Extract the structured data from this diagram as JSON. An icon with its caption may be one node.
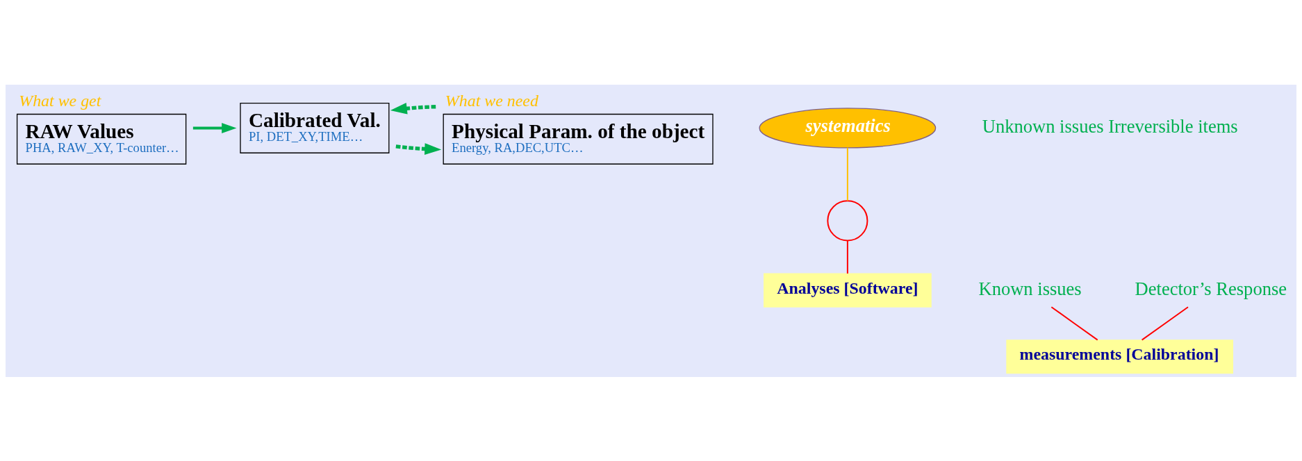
{
  "diagram": {
    "nodes": [
      {
        "text": [
          "RAW Values",
          "PHA, RAW_XY, T-counter…"
        ],
        "beside": [
          "What we get"
        ]
      },
      {
        "text": [
          "Calibrated Val.",
          "PI, DET_XY,TIME…"
        ]
      },
      {
        "text": [
          "Physical Param. of the object",
          "Energy, RA,DEC,UTC…"
        ],
        "beside": [
          "What we need"
        ]
      },
      {
        "text": [
          "systematics"
        ]
      },
      {
        "text": [
          "Unknown issues Irreversible items"
        ]
      },
      {
        "text": [],
        "shape": "circle"
      },
      {
        "text": [
          "Known issues"
        ]
      },
      {
        "text": [
          "Detector’s Response"
        ]
      },
      {
        "text": [
          "measurements [Calibration]"
        ]
      },
      {
        "text": [
          "Analyses [Software]"
        ]
      }
    ],
    "edges": [
      {
        "from": 0,
        "to": 1,
        "arrow": "to"
      },
      {
        "from": 1,
        "to": 2,
        "arrow": "to",
        "style": "dashed"
      },
      {
        "from": 2,
        "to": 1,
        "arrow": "to",
        "style": "dashed"
      },
      {
        "from": 3,
        "to": 5,
        "arrow": "none",
        "color": "#ffc000"
      },
      {
        "from": 6,
        "to": 8,
        "arrow": "none",
        "color": "#ff0000"
      },
      {
        "from": 7,
        "to": 8,
        "arrow": "none",
        "color": "#ff0000"
      },
      {
        "from": 5,
        "to": 9,
        "arrow": "none",
        "color": "#ff0000"
      }
    ]
  }
}
